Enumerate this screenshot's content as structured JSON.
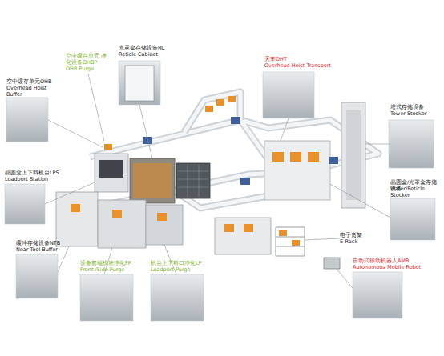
{
  "diagram": {
    "labels": [
      "空中缓存单元OHB",
      "Overhead Hoist Buffer",
      "空中缓存单元 净化设备OHBP",
      "OHB Purge",
      "光罩盒存储设备RC",
      "Reticle Cabinet",
      "天车OHT",
      "Overhead Hoist Transport",
      "塔式存储设备",
      "Tower Stocker",
      "晶圆盒上下料机台LPS",
      "Loadport Station",
      "晶圆盒/光罩盒存储设备",
      "Wafer/Reticle Stocker",
      "电子货架",
      "E-Rack",
      "缓冲存储设备NTB",
      "Near Tool Buffer",
      "设备前端模块净化FP",
      "Front /Side Purge",
      "机台上下料口净化LP",
      "Loadport Purge",
      "自动式移动机器人AMR",
      "Autonomous Mobile Robot"
    ]
  }
}
